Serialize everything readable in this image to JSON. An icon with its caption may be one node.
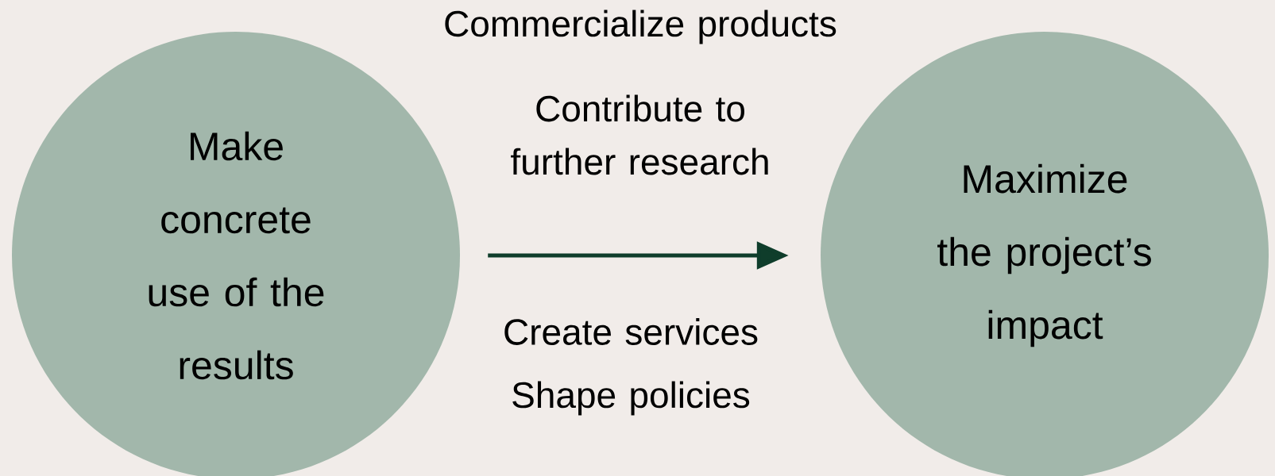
{
  "diagram": {
    "nodes": [
      {
        "text": [
          "Make concrete use of the results"
        ]
      },
      {
        "text": [
          "Maximize the project’s impact"
        ]
      }
    ],
    "edges": [
      {
        "from": 0,
        "to": 1,
        "arrow": "to"
      }
    ],
    "labels": [
      "Commercialize products",
      "Contribute to further research",
      "Create services",
      "Shape policies"
    ]
  }
}
